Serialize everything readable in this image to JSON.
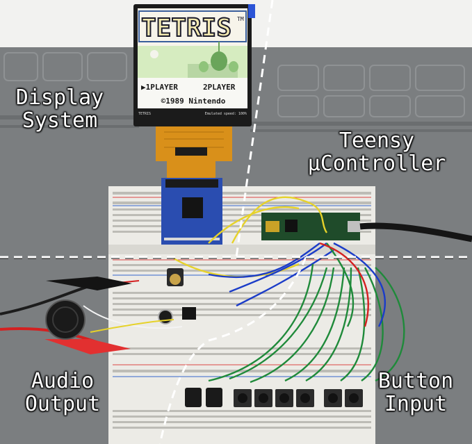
{
  "labels": {
    "display": "Display\nSystem",
    "teensy": "Teensy\nµController",
    "audio": "Audio\nOutput",
    "button": "Button\nInput"
  },
  "screen": {
    "title": "TETRIS",
    "tm": "TM",
    "player1": "▶1PLAYER",
    "player2": "2PLAYER",
    "copyright": "©1989 Nintendo",
    "footer_left": "TETRIS",
    "footer_right": "Emulated speed: 100%"
  },
  "colors": {
    "mat": "#7b7e80",
    "breadboard": "#ecebe6",
    "screen_sky": "#d6ecc0",
    "pcb_blue": "#2a4db0",
    "teensy_green": "#1f4b2a",
    "wire_green": "#1f8a3a",
    "wire_blue": "#1b3cc8",
    "wire_yellow": "#e6d22a",
    "wire_red": "#d42020"
  }
}
